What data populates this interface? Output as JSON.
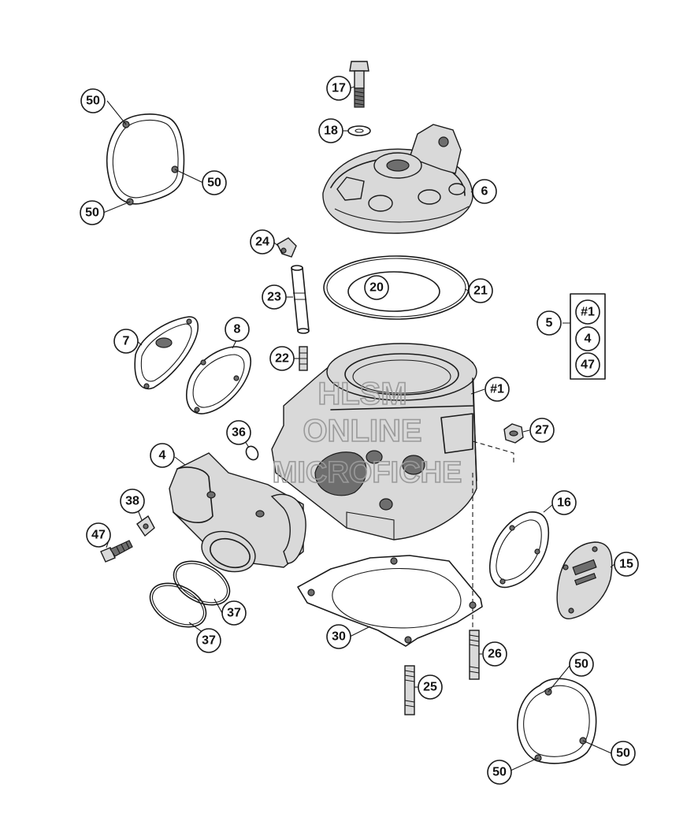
{
  "callouts": [
    {
      "id": "c50a",
      "label": "50"
    },
    {
      "id": "c50b",
      "label": "50"
    },
    {
      "id": "c50c",
      "label": "50"
    },
    {
      "id": "c17",
      "label": "17"
    },
    {
      "id": "c18",
      "label": "18"
    },
    {
      "id": "c6",
      "label": "6"
    },
    {
      "id": "c24",
      "label": "24"
    },
    {
      "id": "c20",
      "label": "20"
    },
    {
      "id": "c21",
      "label": "21"
    },
    {
      "id": "c23",
      "label": "23"
    },
    {
      "id": "c5",
      "label": "5"
    },
    {
      "id": "c7",
      "label": "7"
    },
    {
      "id": "c8",
      "label": "8"
    },
    {
      "id": "c22",
      "label": "22"
    },
    {
      "id": "c1",
      "label": "#1"
    },
    {
      "id": "c36",
      "label": "36"
    },
    {
      "id": "c27",
      "label": "27"
    },
    {
      "id": "c4",
      "label": "4"
    },
    {
      "id": "c38",
      "label": "38"
    },
    {
      "id": "c16",
      "label": "16"
    },
    {
      "id": "c47",
      "label": "47"
    },
    {
      "id": "c15",
      "label": "15"
    },
    {
      "id": "c37a",
      "label": "37"
    },
    {
      "id": "c37b",
      "label": "37"
    },
    {
      "id": "c30",
      "label": "30"
    },
    {
      "id": "c26",
      "label": "26"
    },
    {
      "id": "c25",
      "label": "25"
    },
    {
      "id": "c50d",
      "label": "50"
    },
    {
      "id": "c50e",
      "label": "50"
    },
    {
      "id": "c50f",
      "label": "50"
    }
  ],
  "kit_box": {
    "items": [
      "#1",
      "4",
      "47"
    ]
  },
  "watermark": {
    "line1": "HLSM",
    "line2": "ONLINE",
    "line3": "MICROFICHE"
  }
}
